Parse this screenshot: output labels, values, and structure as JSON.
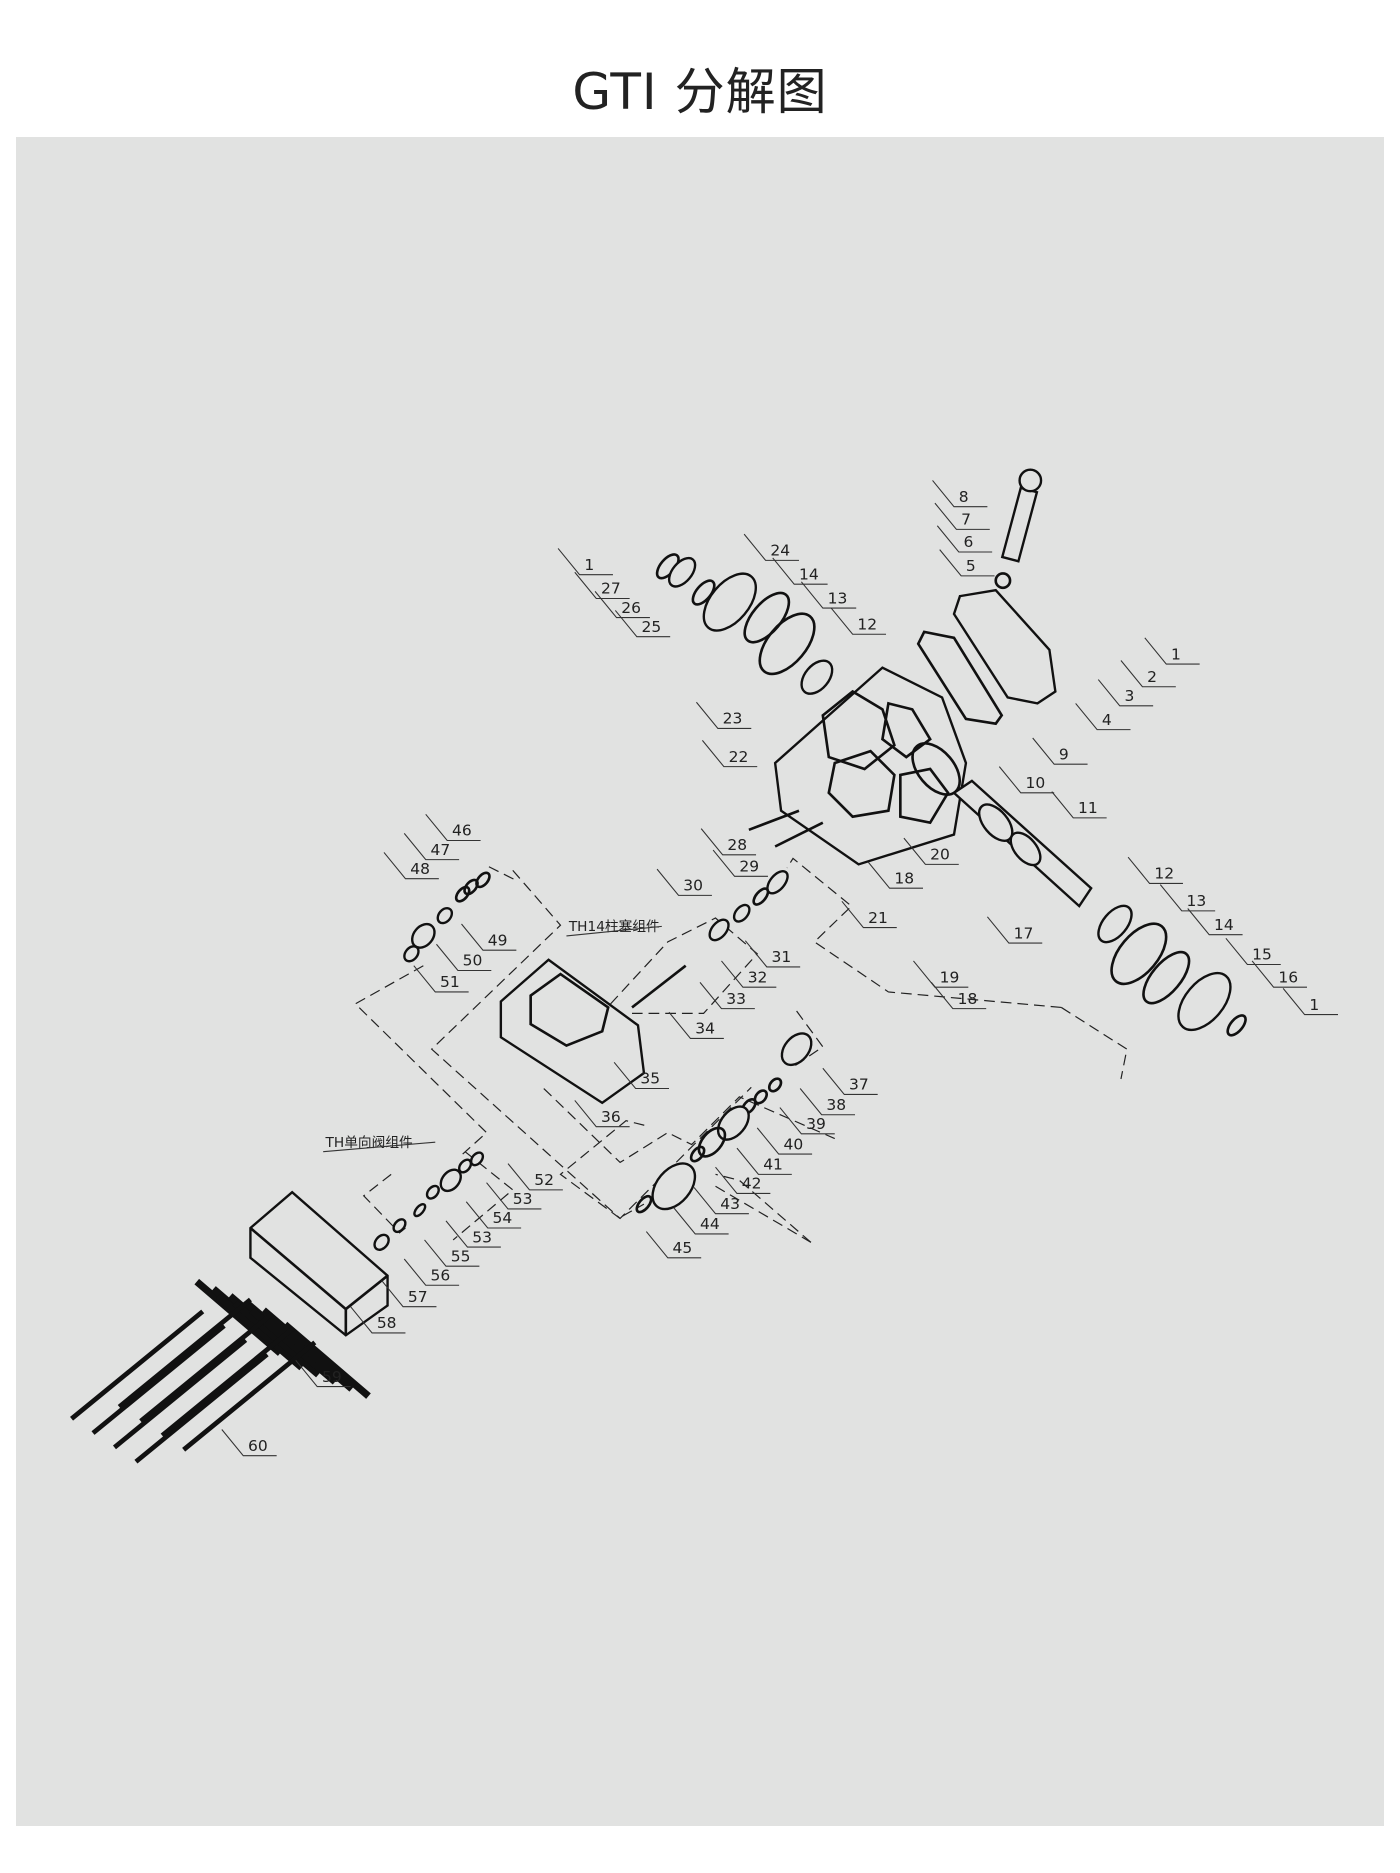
{
  "title": "GTI 分解图",
  "diagram": {
    "groups": [
      {
        "label": "TH14柱塞组件"
      },
      {
        "label": "TH单向阀组件"
      }
    ],
    "callouts": [
      "1",
      "27",
      "26",
      "25",
      "24",
      "14",
      "13",
      "12",
      "23",
      "22",
      "8",
      "7",
      "6",
      "5",
      "1",
      "2",
      "3",
      "4",
      "9",
      "10",
      "11",
      "28",
      "29",
      "30",
      "18",
      "20",
      "21",
      "31",
      "32",
      "33",
      "34",
      "17",
      "19",
      "18",
      "12",
      "13",
      "14",
      "15",
      "16",
      "1",
      "46",
      "47",
      "48",
      "49",
      "50",
      "51",
      "35",
      "36",
      "37",
      "38",
      "39",
      "40",
      "41",
      "42",
      "43",
      "44",
      "45",
      "52",
      "53",
      "54",
      "53",
      "55",
      "56",
      "57",
      "58",
      "59",
      "60"
    ]
  }
}
